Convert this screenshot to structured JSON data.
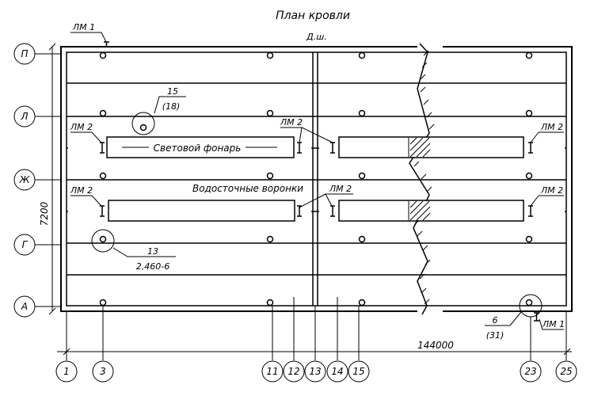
{
  "title": "План кровли",
  "parapet_label": "Д.ш.",
  "row_axes": [
    "П",
    "Л",
    "Ж",
    "Г",
    "А"
  ],
  "column_axes": [
    "1",
    "3",
    "11",
    "12",
    "13",
    "14",
    "15",
    "23",
    "25"
  ],
  "dimensions": {
    "height": "7200",
    "width": "144000"
  },
  "labels": {
    "skylight": "Световой фонарь",
    "drains": "Водосточные воронки"
  },
  "callouts": {
    "lm1": "ЛМ 1",
    "lm2": "ЛМ 2",
    "c15": "15",
    "c15_sub": "(18)",
    "c13": "13",
    "c13_sub": "2,460-6",
    "c6": "6",
    "c6_sub": "(31)"
  }
}
